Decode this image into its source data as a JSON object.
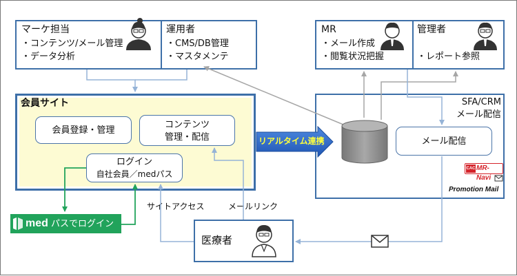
{
  "marketer": {
    "title": "マーケ担当",
    "items": [
      "・コンテンツ/メール管理",
      "・データ分析"
    ]
  },
  "operator": {
    "title": "運用者",
    "items": [
      "・CMS/DB管理",
      "・マスタメンテ"
    ]
  },
  "mr": {
    "title": "MR",
    "items": [
      "・メール作成",
      "・閲覧状況把握"
    ]
  },
  "manager": {
    "title": "管理者",
    "items": [
      "・レポート参照"
    ]
  },
  "member_site": {
    "title": "会員サイト",
    "registration": "会員登録・管理",
    "contents_line1": "コンテンツ",
    "contents_line2": "管理・配信",
    "login_line1": "ログイン",
    "login_line2": "自社会員／medパス"
  },
  "sfa": {
    "title_line1": "SFA/CRM",
    "title_line2": "メール配信",
    "mail_delivery": "メール配信"
  },
  "realtime_label": "リアルタイム連携",
  "medpass": {
    "med": "med",
    "rest": "パスでログイン"
  },
  "doctor_label": "医療者",
  "site_access_label": "サイトアクセス",
  "mail_link_label": "メールリンク",
  "mrnavi": {
    "badge": "CAC",
    "name": "MR-Navi"
  },
  "promotion_mail": "Promotion Mail",
  "colors": {
    "box_border": "#3d6fa8",
    "site_fill": "#fdfbd3",
    "arrow_blue": "#95b3d7",
    "arrow_gray": "#a6a6a6",
    "green": "#21a35b",
    "realtime_arrow": "#2f6fca",
    "realtime_text": "#ffff3c",
    "db_gray": "#8a8a8a",
    "mrnavi_red": "#d4232a"
  }
}
